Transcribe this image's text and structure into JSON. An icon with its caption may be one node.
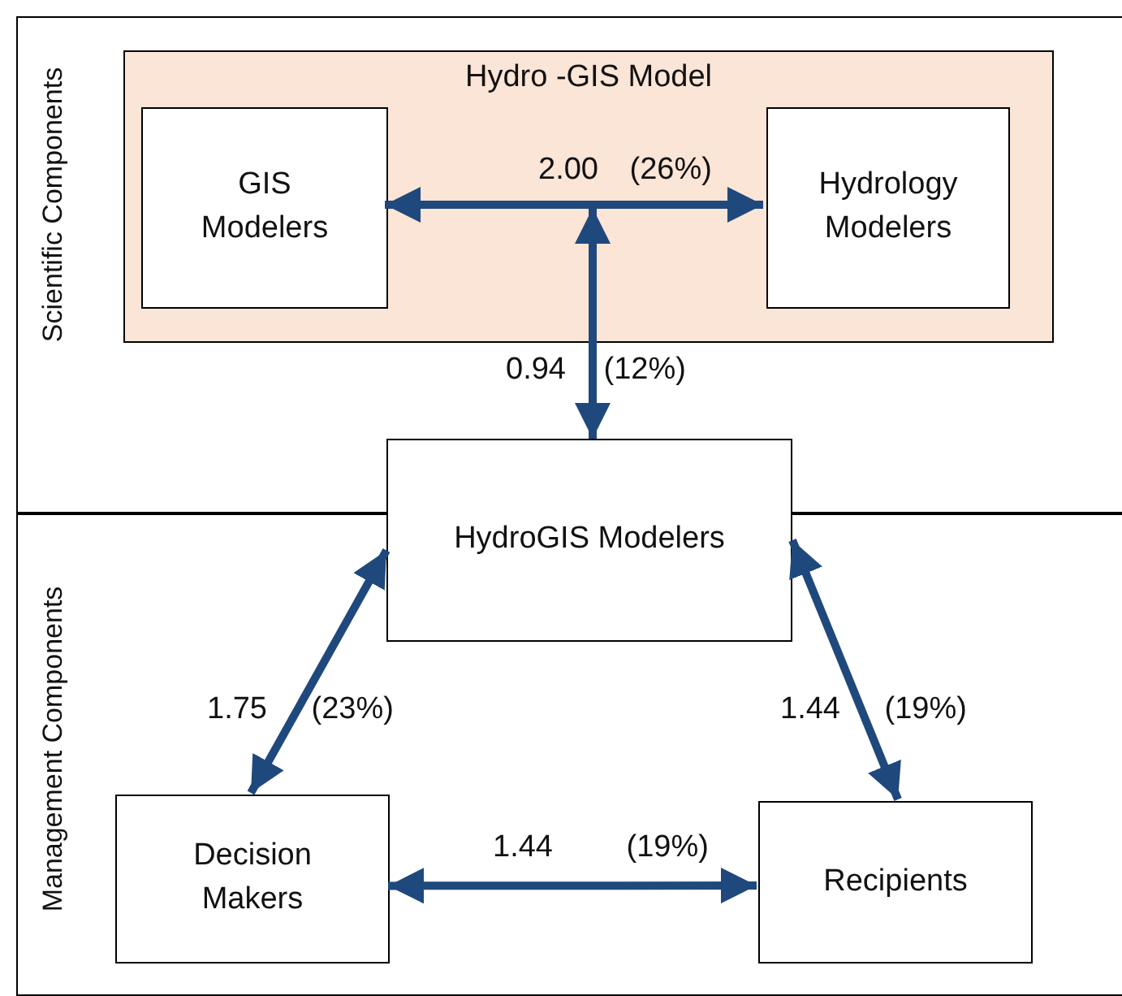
{
  "diagram": {
    "nodes": [
      {
        "text": [
          "Scientific Components"
        ]
      },
      {
        "text": [
          "Hydro -GIS Model"
        ],
        "in": 0
      },
      {
        "text": [
          "GIS Modelers"
        ],
        "in": 1
      },
      {
        "text": [
          "Hydrology Modelers"
        ],
        "in": 1
      },
      {
        "text": [
          "HydroGIS Modelers"
        ]
      },
      {
        "text": [
          "Management Components"
        ]
      },
      {
        "text": [
          "Decision Makers"
        ],
        "in": 5
      },
      {
        "text": [
          "Recipients"
        ],
        "in": 5
      }
    ],
    "edges": [
      {
        "from": 2,
        "to": 3,
        "arrow": "both",
        "label": "2.00 (26%)"
      },
      {
        "from": null,
        "to": 4,
        "arrow": "both",
        "label": "0.94 (12%)"
      },
      {
        "from": 4,
        "to": 6,
        "arrow": "both",
        "label": "1.75 (23%)"
      },
      {
        "from": 4,
        "to": 7,
        "arrow": "both",
        "label": "1.44 (19%)"
      },
      {
        "from": 6,
        "to": 7,
        "arrow": "both",
        "label": "1.44 (19%)"
      }
    ]
  }
}
